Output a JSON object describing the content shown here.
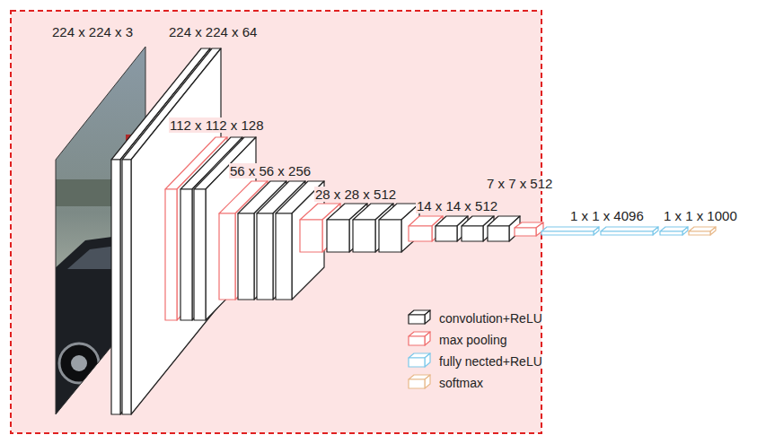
{
  "diagram": {
    "labels": [
      "224 x 224 x 3",
      "224 x 224 x 64",
      "112 x 112 x 128",
      "56 x 56 x 256",
      "28 x 28 x 512",
      "14 x 14 x 512",
      "7 x 7 x 512",
      "1 x 1 x 4096",
      "1 x 1 x 1000"
    ],
    "legend": [
      {
        "text": "convolution+ReLU"
      },
      {
        "text": "max pooling"
      },
      {
        "text": "fully nected+ReLU"
      },
      {
        "text": "softmax"
      }
    ]
  }
}
